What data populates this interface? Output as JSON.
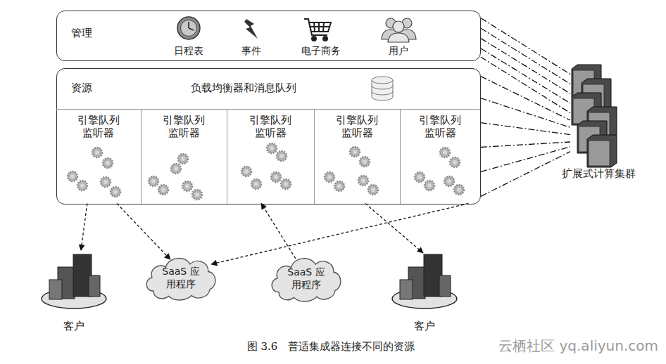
{
  "diagram": {
    "caption": "图 3.6　普适集成器连接不同的资源",
    "nodes": [
      {
        "text": [
          "管理"
        ]
      },
      {
        "text": [
          "资源",
          "负载均衡器和消息队列"
        ]
      },
      {
        "text": [
          "引擎队列 监听器"
        ],
        "in": 1
      },
      {
        "text": [
          "引擎队列 监听器"
        ],
        "in": 1
      },
      {
        "text": [
          "引擎队列 监听器"
        ],
        "in": 1
      },
      {
        "text": [
          "引擎队列 监听器"
        ],
        "in": 1
      },
      {
        "text": [
          "引擎队列 监听器"
        ],
        "in": 1
      },
      {
        "text": [
          "扩展式计算集群"
        ]
      },
      {
        "text": [
          "客户"
        ]
      },
      {
        "text": [
          "SaaS 应用程序"
        ]
      },
      {
        "text": [
          "SaaS 应用程序"
        ]
      },
      {
        "text": [
          "客户"
        ]
      }
    ],
    "edges": [
      {
        "from": 2,
        "to": 8,
        "arrow": "to"
      },
      {
        "from": 2,
        "to": 9,
        "arrow": "to"
      },
      {
        "from": 10,
        "to": 4,
        "arrow": "to"
      },
      {
        "from": 5,
        "to": 11,
        "arrow": "to"
      },
      {
        "from": 6,
        "to": 9,
        "arrow": "to"
      },
      {
        "from": 0,
        "to": 7,
        "arrow": "none"
      },
      {
        "from": 1,
        "to": 7,
        "arrow": "none"
      }
    ],
    "labels": [
      "日程表",
      "事件",
      "电子商务",
      "用户",
      "云栖社区 yq.aliyun.com"
    ]
  }
}
